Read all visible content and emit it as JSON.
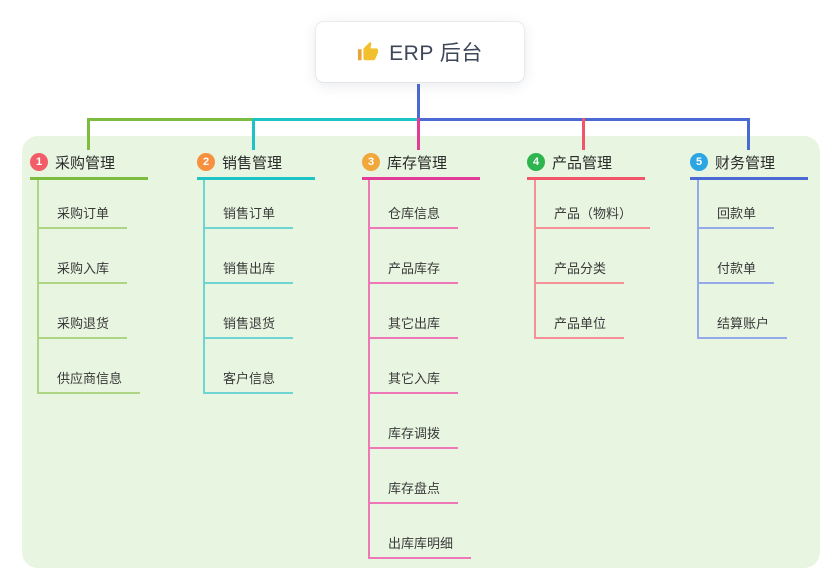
{
  "root": {
    "label": "ERP 后台",
    "icon": "thumbs-up"
  },
  "branches": [
    {
      "label": "采购管理",
      "badge": "1",
      "badge_color": "#f25d67",
      "line_color": "#7cbd3f",
      "child_line_color": "#aed584",
      "children": [
        "采购订单",
        "采购入库",
        "采购退货",
        "供应商信息"
      ]
    },
    {
      "label": "销售管理",
      "badge": "2",
      "badge_color": "#f7913f",
      "line_color": "#1ec3c5",
      "child_line_color": "#6fd4d2",
      "children": [
        "销售订单",
        "销售出库",
        "销售退货",
        "客户信息"
      ]
    },
    {
      "label": "库存管理",
      "badge": "3",
      "badge_color": "#f0a83a",
      "line_color": "#e13c96",
      "child_line_color": "#ee77b8",
      "children": [
        "仓库信息",
        "产品库存",
        "其它出库",
        "其它入库",
        "库存调拨",
        "库存盘点",
        "出库库明细"
      ]
    },
    {
      "label": "产品管理",
      "badge": "4",
      "badge_color": "#2eb550",
      "line_color": "#f2556a",
      "child_line_color": "#f78f98",
      "children": [
        "产品（物料）",
        "产品分类",
        "产品单位"
      ]
    },
    {
      "label": "财务管理",
      "badge": "5",
      "badge_color": "#2ba6e3",
      "line_color": "#4b69d2",
      "child_line_color": "#93a9e8",
      "children": [
        "回款单",
        "付款单",
        "结算账户"
      ]
    }
  ],
  "colors": {
    "panel_bg": "#e7f5e1",
    "root_stem": "#4b69d2",
    "root_text": "#3d4757",
    "thumb_yellow": "#f2c02e",
    "thumb_cuff": "#e8a33d"
  }
}
